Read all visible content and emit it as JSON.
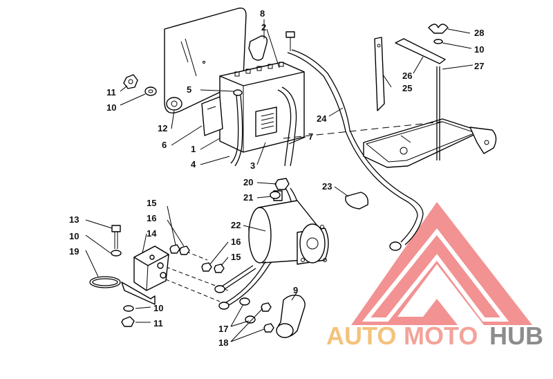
{
  "watermark": {
    "segments": [
      {
        "text": "AUTO",
        "color": "#f4c27c"
      },
      {
        "text": "MOTO",
        "color": "#f3a39a"
      },
      {
        "text": "HUB",
        "color": "#8c8c8c"
      }
    ],
    "logo_color": "#f08080"
  },
  "callouts": [
    {
      "id": "c8",
      "label": "8"
    },
    {
      "id": "c2",
      "label": "2"
    },
    {
      "id": "c5",
      "label": "5"
    },
    {
      "id": "c11a",
      "label": "11"
    },
    {
      "id": "c10a",
      "label": "10"
    },
    {
      "id": "c12",
      "label": "12"
    },
    {
      "id": "c6",
      "label": "6"
    },
    {
      "id": "c1",
      "label": "1"
    },
    {
      "id": "c4",
      "label": "4"
    },
    {
      "id": "c3",
      "label": "3"
    },
    {
      "id": "c7",
      "label": "7"
    },
    {
      "id": "c24",
      "label": "24"
    },
    {
      "id": "c28",
      "label": "28"
    },
    {
      "id": "c10b",
      "label": "10"
    },
    {
      "id": "c26",
      "label": "26"
    },
    {
      "id": "c27",
      "label": "27"
    },
    {
      "id": "c25",
      "label": "25"
    },
    {
      "id": "c20",
      "label": "20"
    },
    {
      "id": "c21",
      "label": "21"
    },
    {
      "id": "c23",
      "label": "23"
    },
    {
      "id": "c22",
      "label": "22"
    },
    {
      "id": "c15a",
      "label": "15"
    },
    {
      "id": "c16a",
      "label": "16"
    },
    {
      "id": "c13",
      "label": "13"
    },
    {
      "id": "c14",
      "label": "14"
    },
    {
      "id": "c10c",
      "label": "10"
    },
    {
      "id": "c19",
      "label": "19"
    },
    {
      "id": "c16b",
      "label": "16"
    },
    {
      "id": "c15b",
      "label": "15"
    },
    {
      "id": "c9",
      "label": "9"
    },
    {
      "id": "c10d",
      "label": "10"
    },
    {
      "id": "c11b",
      "label": "11"
    },
    {
      "id": "c17",
      "label": "17"
    },
    {
      "id": "c18",
      "label": "18"
    }
  ]
}
